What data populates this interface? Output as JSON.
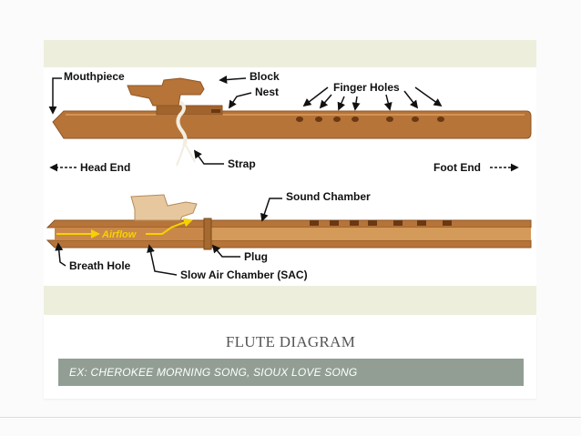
{
  "diagram": {
    "labels": {
      "mouthpiece": "Mouthpiece",
      "block": "Block",
      "nest": "Nest",
      "finger_holes": "Finger Holes",
      "head_end": "Head End",
      "strap": "Strap",
      "foot_end": "Foot End",
      "sound_chamber": "Sound Chamber",
      "airflow": "Airflow",
      "breath_hole": "Breath Hole",
      "plug": "Plug",
      "sac": "Slow Air Chamber (SAC)"
    },
    "colors": {
      "wood": "#b77438",
      "wood_dark": "#8e5624",
      "hole": "#6a3812",
      "block": "#e6c79e",
      "strap": "#f2ede0",
      "airflow": "#f5d200"
    }
  },
  "caption": {
    "title": "FLUTE DIAGRAM",
    "subtitle": "EX: CHEROKEE MORNING SONG, SIOUX LOVE SONG"
  }
}
